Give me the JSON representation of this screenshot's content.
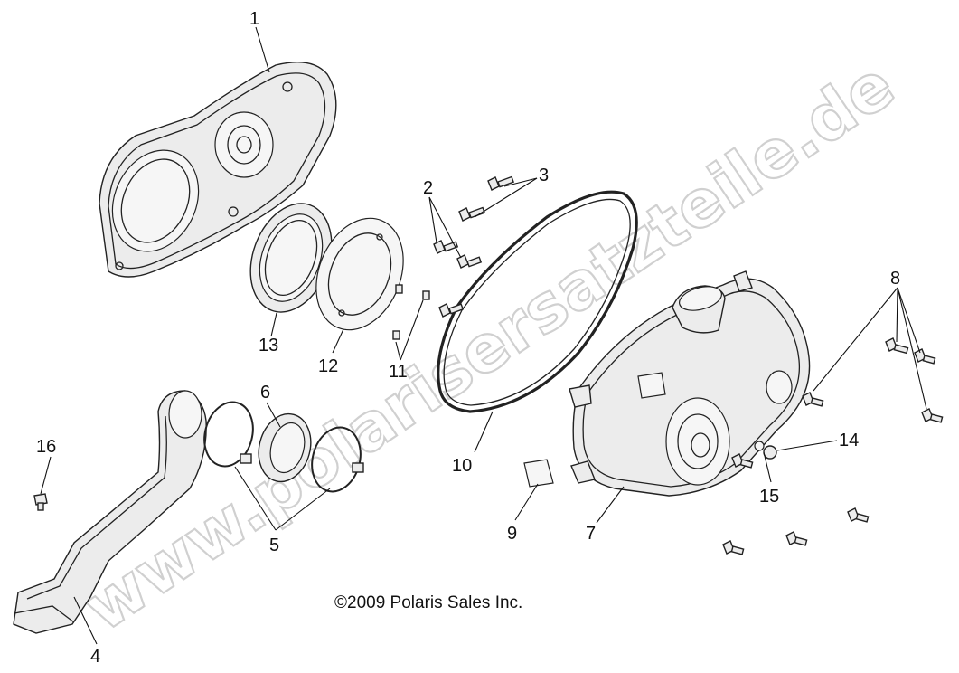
{
  "diagram": {
    "callouts": [
      {
        "id": "1",
        "label": "1"
      },
      {
        "id": "2",
        "label": "2"
      },
      {
        "id": "3",
        "label": "3"
      },
      {
        "id": "4",
        "label": "4"
      },
      {
        "id": "5",
        "label": "5"
      },
      {
        "id": "6",
        "label": "6"
      },
      {
        "id": "7",
        "label": "7"
      },
      {
        "id": "8",
        "label": "8"
      },
      {
        "id": "9",
        "label": "9"
      },
      {
        "id": "10",
        "label": "10"
      },
      {
        "id": "11",
        "label": "11"
      },
      {
        "id": "12",
        "label": "12"
      },
      {
        "id": "13",
        "label": "13"
      },
      {
        "id": "14",
        "label": "14"
      },
      {
        "id": "15",
        "label": "15"
      },
      {
        "id": "16",
        "label": "16"
      }
    ],
    "copyright": "©2009 Polaris Sales Inc.",
    "watermark": "www.polarisersatzteile.de"
  }
}
